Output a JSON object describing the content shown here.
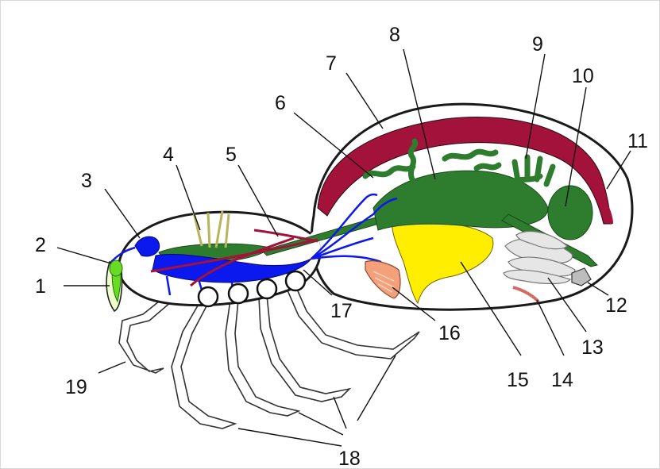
{
  "labels": [
    "1",
    "2",
    "3",
    "4",
    "5",
    "6",
    "7",
    "8",
    "9",
    "10",
    "11",
    "12",
    "13",
    "14",
    "15",
    "16",
    "17",
    "18",
    "19"
  ],
  "colors": {
    "heart": "#a3123a",
    "nervous": "#0b18ee",
    "gut": "#2e7d2e",
    "midgut_gland": "#ffee00",
    "book_lung": "#f4a07a",
    "spinnerets": "#d8d8d8",
    "chelicera": "#66dd22"
  }
}
